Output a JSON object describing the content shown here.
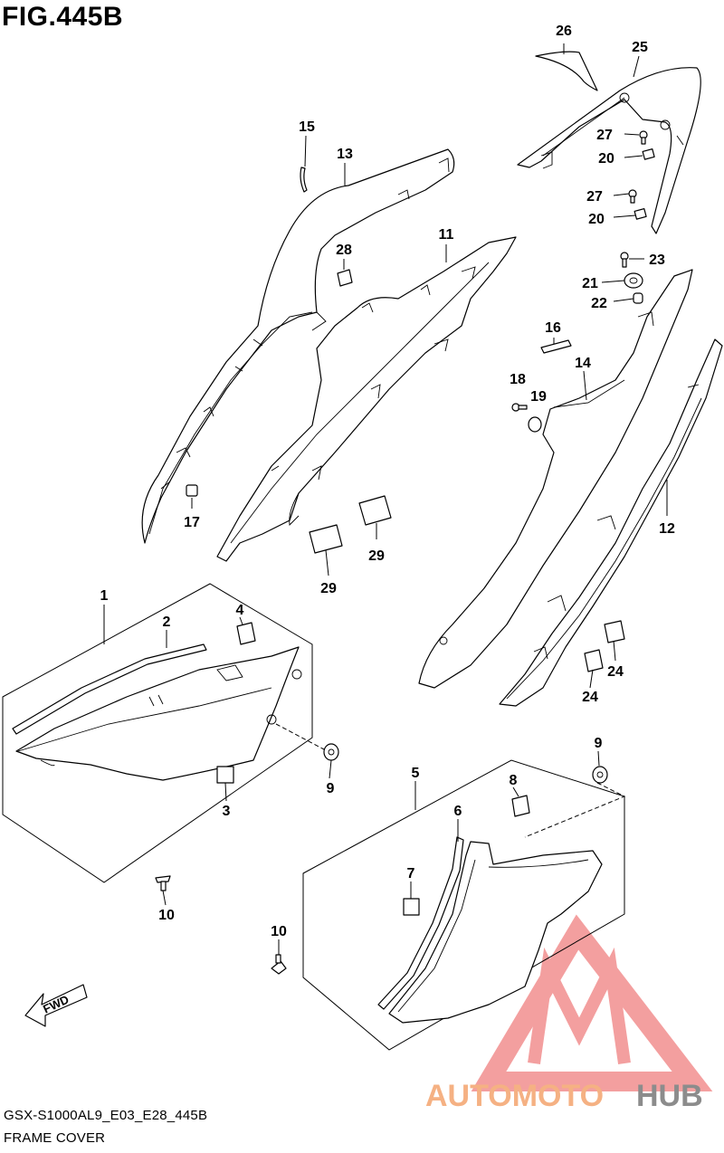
{
  "figure": {
    "title": "FIG.445B",
    "model_code": "GSX-S1000AL9_E03_E28_445B",
    "section_name": "FRAME COVER"
  },
  "direction_arrow_label": "FWD",
  "watermark": {
    "text_a": "AUTOMOTO",
    "text_b": "HUB",
    "color_a": "#f5b183",
    "color_b": "#8c8c8c",
    "logo_color": "#f08080"
  },
  "callouts": {
    "p1": "1",
    "p2": "2",
    "p3": "3",
    "p4": "4",
    "p5": "5",
    "p6": "6",
    "p7": "7",
    "p8": "8",
    "p9a": "9",
    "p9b": "9",
    "p10a": "10",
    "p10b": "10",
    "p11": "11",
    "p12": "12",
    "p13": "13",
    "p14": "14",
    "p15": "15",
    "p16": "16",
    "p17": "17",
    "p18": "18",
    "p19": "19",
    "p20a": "20",
    "p20b": "20",
    "p21": "21",
    "p22": "22",
    "p23": "23",
    "p24a": "24",
    "p24b": "24",
    "p25": "25",
    "p26": "26",
    "p27a": "27",
    "p27b": "27",
    "p28": "28",
    "p29a": "29",
    "p29b": "29"
  }
}
